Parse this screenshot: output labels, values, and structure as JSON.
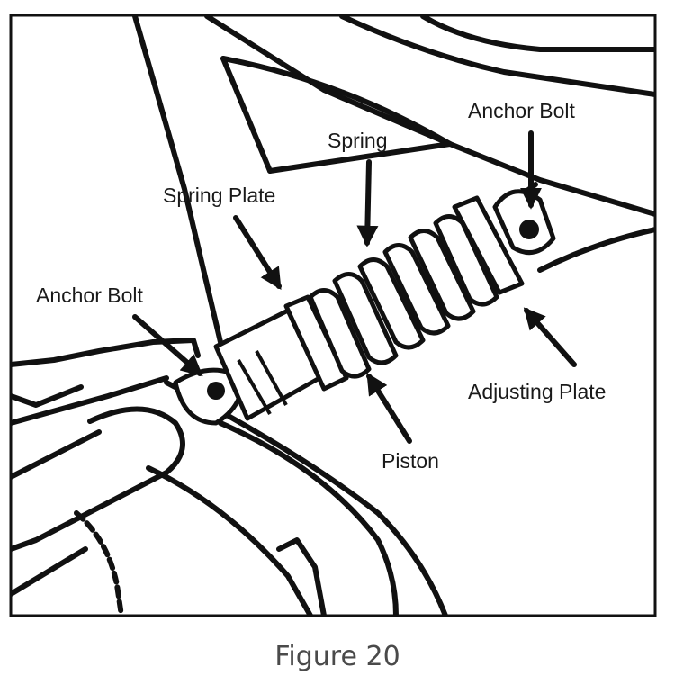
{
  "diagram": {
    "labels": {
      "anchor_bolt_top": "Anchor Bolt",
      "spring": "Spring",
      "spring_plate": "Spring Plate",
      "anchor_bolt_left": "Anchor Bolt",
      "adjusting_plate": "Adjusting Plate",
      "piston": "Piston"
    }
  },
  "caption": "Figure 20"
}
